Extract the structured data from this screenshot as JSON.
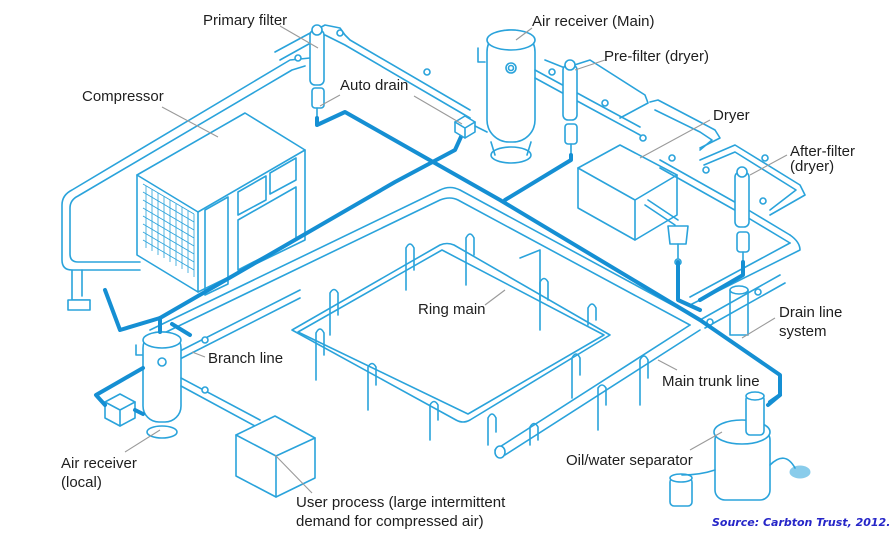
{
  "diagram": {
    "title": "Compressed air system layout",
    "colors": {
      "pipe": "#2aa3db",
      "drain_line": "#158fd3",
      "label_text": "#1e1e1e",
      "leader_line": "#9a9a9a",
      "source_text": "#2626c8"
    },
    "labels": {
      "primary_filter": "Primary filter",
      "air_receiver_main": "Air receiver (Main)",
      "pre_filter": "Pre-filter (dryer)",
      "compressor": "Compressor",
      "auto_drain": "Auto drain",
      "dryer": "Dryer",
      "after_filter_line1": "After-filter",
      "after_filter_line2": "(dryer)",
      "ring_main": "Ring main",
      "drain_line_line1": "Drain line",
      "drain_line_line2": "system",
      "branch_line": "Branch line",
      "main_trunk_line": "Main trunk line",
      "air_receiver_local_line1": "Air receiver",
      "air_receiver_local_line2": "(local)",
      "oil_water_separator": "Oil/water separator",
      "user_process_line1": "User process (large intermittent",
      "user_process_line2": "demand for compressed air)"
    },
    "source": "Source: Carbton Trust, 2012."
  }
}
